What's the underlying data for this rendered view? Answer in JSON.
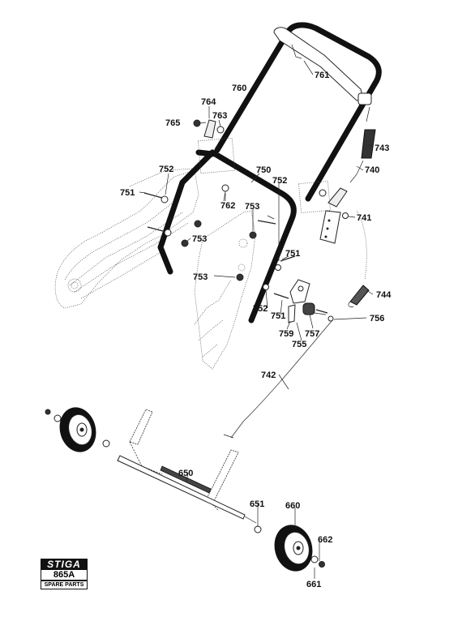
{
  "logo": {
    "brand": "STIGA",
    "model": "865A",
    "subtitle": "SPARE PARTS"
  },
  "callouts": [
    {
      "id": "761",
      "label": "761"
    },
    {
      "id": "760",
      "label": "760"
    },
    {
      "id": "764",
      "label": "764"
    },
    {
      "id": "763",
      "label": "763"
    },
    {
      "id": "765",
      "label": "765"
    },
    {
      "id": "743",
      "label": "743"
    },
    {
      "id": "740",
      "label": "740"
    },
    {
      "id": "752a",
      "label": "752"
    },
    {
      "id": "750",
      "label": "750"
    },
    {
      "id": "752b",
      "label": "752"
    },
    {
      "id": "751a",
      "label": "751"
    },
    {
      "id": "762",
      "label": "762"
    },
    {
      "id": "753a",
      "label": "753"
    },
    {
      "id": "741",
      "label": "741"
    },
    {
      "id": "753b",
      "label": "753"
    },
    {
      "id": "751b",
      "label": "751"
    },
    {
      "id": "753c",
      "label": "753"
    },
    {
      "id": "744",
      "label": "744"
    },
    {
      "id": "752c",
      "label": "752"
    },
    {
      "id": "751c",
      "label": "751"
    },
    {
      "id": "756",
      "label": "756"
    },
    {
      "id": "757",
      "label": "757"
    },
    {
      "id": "759",
      "label": "759"
    },
    {
      "id": "755",
      "label": "755"
    },
    {
      "id": "742",
      "label": "742"
    },
    {
      "id": "650",
      "label": "650"
    },
    {
      "id": "651",
      "label": "651"
    },
    {
      "id": "660",
      "label": "660"
    },
    {
      "id": "662",
      "label": "662"
    },
    {
      "id": "661",
      "label": "661"
    }
  ]
}
